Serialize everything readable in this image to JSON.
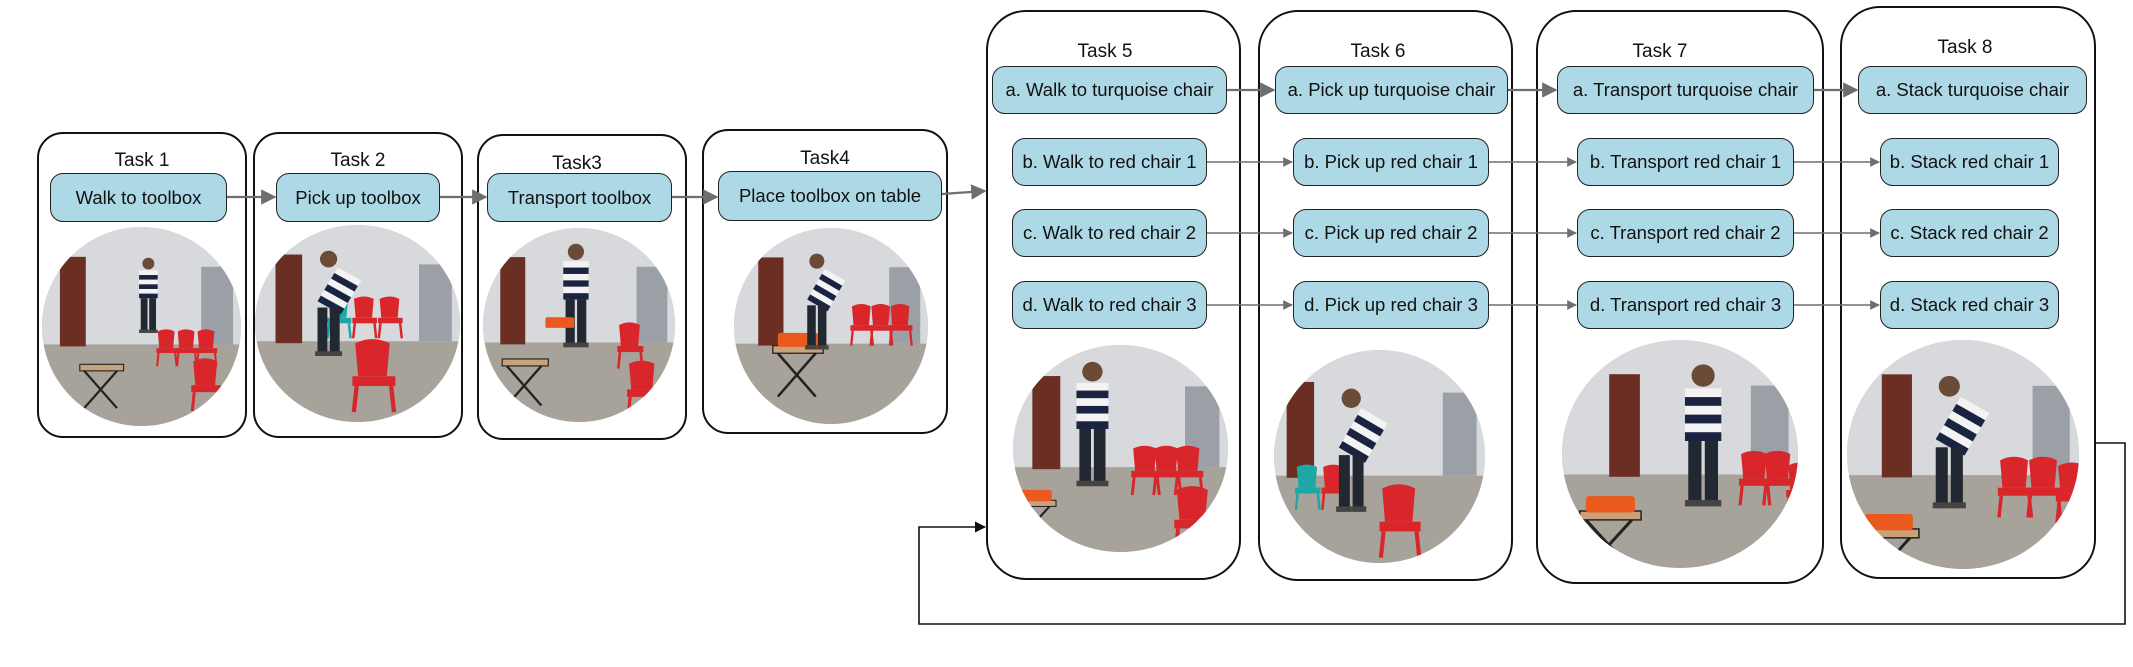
{
  "diagram": {
    "tasks": [
      {
        "title": "Task 1",
        "steps": [
          "Walk to toolbox"
        ]
      },
      {
        "title": "Task 2",
        "steps": [
          "Pick up toolbox"
        ]
      },
      {
        "title": "Task3",
        "steps": [
          "Transport toolbox"
        ]
      },
      {
        "title": "Task4",
        "steps": [
          "Place toolbox on table"
        ]
      },
      {
        "title": "Task 5",
        "steps": [
          "a. Walk to turquoise chair",
          "b. Walk to red chair 1",
          "c. Walk to red chair 2",
          "d. Walk to red chair 3"
        ]
      },
      {
        "title": "Task 6",
        "steps": [
          "a. Pick up turquoise chair",
          "b. Pick up red chair 1",
          "c. Pick up red chair 2",
          "d. Pick up red chair 3"
        ]
      },
      {
        "title": "Task 7",
        "steps": [
          "a. Transport turquoise chair",
          "b. Transport red chair 1",
          "c. Transport red chair 2",
          "d. Transport red chair 3"
        ]
      },
      {
        "title": "Task 8",
        "steps": [
          "a. Stack turquoise chair",
          "b. Stack red chair 1",
          "c. Stack red chair 2",
          "d. Stack red chair 3"
        ]
      }
    ],
    "colors": {
      "step_fill": "#add8e6",
      "arrow_gray": "#6e6e6e",
      "outline": "#111111",
      "chair_red": "#d8262b",
      "chair_turquoise": "#1ea7a5",
      "toolbox_orange": "#ea5a1f"
    }
  }
}
